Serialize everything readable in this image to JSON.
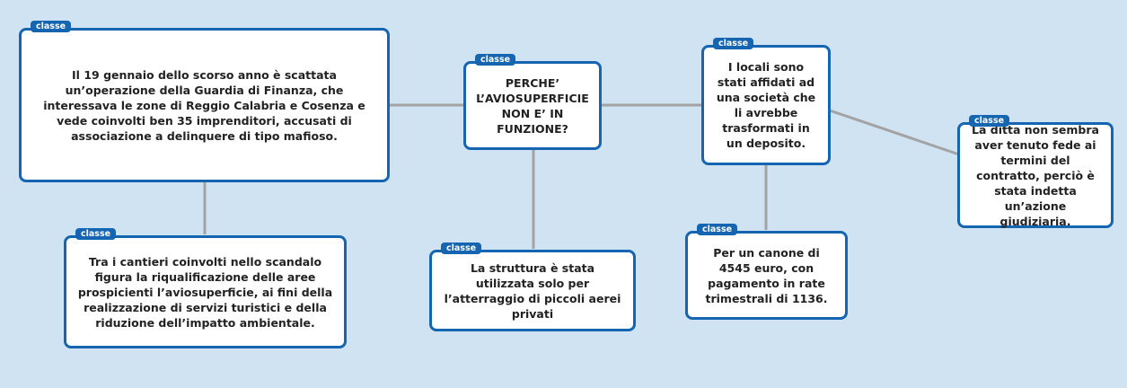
{
  "tag_label": "classe",
  "nodes": {
    "center": "PERCHE’ L’AVIOSUPERFICIE NON E’ IN FUNZIONE?",
    "left_main": "Il 19 gennaio dello scorso anno è scattata un’operazione della Guardia di Finanza, che interessava le zone di Reggio Calabria e Cosenza e vede coinvolti ben 35 imprenditori, accusati di associazione a delinquere di tipo mafioso.",
    "left_bottom": "Tra i cantieri coinvolti nello scandalo figura la riqualificazione delle aree prospicienti l’aviosuperficie, ai fini della realizzazione di servizi turistici e della riduzione dell’impatto ambientale.",
    "center_bottom": "La struttura è stata utilizzata solo per l’atterraggio di piccoli aerei privati",
    "right_main": "I locali sono stati affidati ad una società che li avrebbe trasformati in un deposito.",
    "right_bottom": "Per un canone di 4545 euro, con pagamento in rate trimestrali di 1136.",
    "far_right": "La ditta non sembra aver tenuto fede ai termini del contratto, perciò è stata indetta un’azione giudiziaria."
  }
}
